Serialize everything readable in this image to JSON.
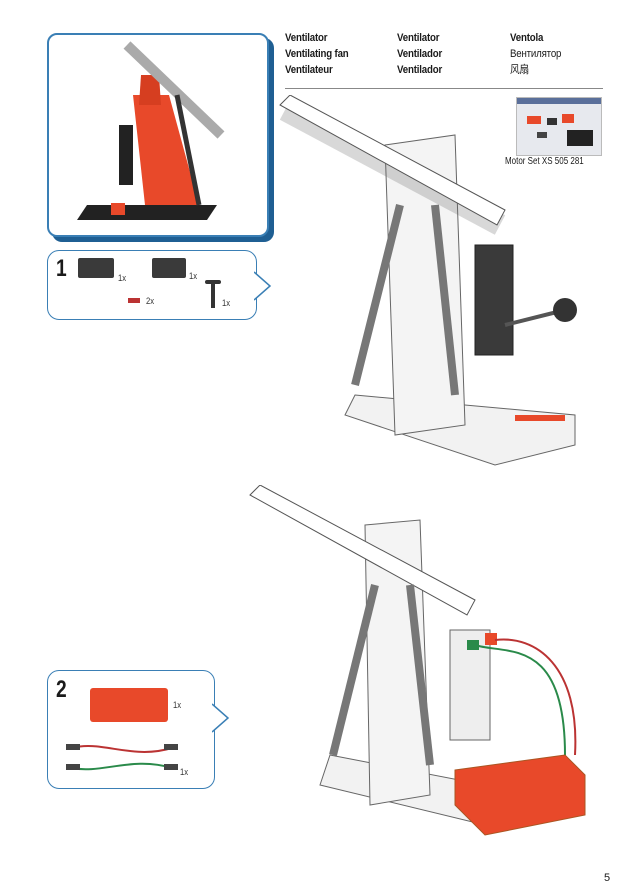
{
  "header": {
    "titles": [
      [
        "Ventilator",
        "Ventilating fan",
        "Ventilateur"
      ],
      [
        "Ventilator",
        "Ventilador",
        "Ventilador"
      ],
      [
        "Ventola",
        "Вентилятор",
        "风扇"
      ]
    ]
  },
  "kit": {
    "label": "Motor Set XS   505 281"
  },
  "step1": {
    "number": "1",
    "parts": [
      {
        "name": "motor",
        "qty": "1x"
      },
      {
        "name": "gearbox",
        "qty": "1x"
      },
      {
        "name": "connector",
        "qty": "2x"
      },
      {
        "name": "axle",
        "qty": "1x"
      }
    ]
  },
  "step2": {
    "number": "2",
    "parts": [
      {
        "name": "battery-box",
        "qty": "1x"
      },
      {
        "name": "cable",
        "qty": "1x"
      }
    ]
  },
  "colors": {
    "accent": "#3a7fb5",
    "shadow": "#1f5f93",
    "part_red": "#e8492a"
  },
  "page_number": "5"
}
